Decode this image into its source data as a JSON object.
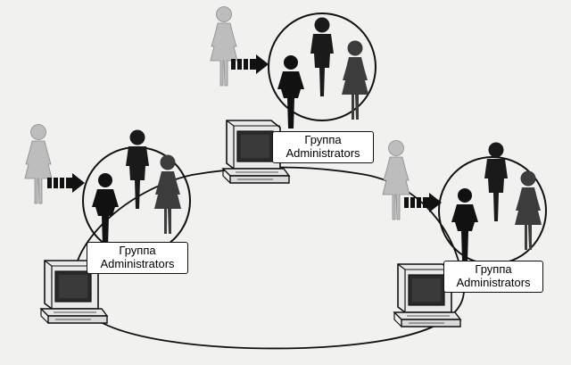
{
  "groups": [
    {
      "line1": "Группа",
      "line2": "Administrators"
    },
    {
      "line1": "Группа",
      "line2": "Administrators"
    },
    {
      "line1": "Группа",
      "line2": "Administrators"
    }
  ],
  "colors": {
    "background": "#f1f1ef",
    "ring": "#111111",
    "member": "#1a1a1a",
    "member_grey": "#3c3c3c",
    "outsider": "#bdbdbd",
    "arrow": "#111111",
    "computer_case": "#eeeeee",
    "computer_screen": "#2a2a2a"
  },
  "icons": [
    "person-icon",
    "computer-icon",
    "join-arrow-icon"
  ]
}
